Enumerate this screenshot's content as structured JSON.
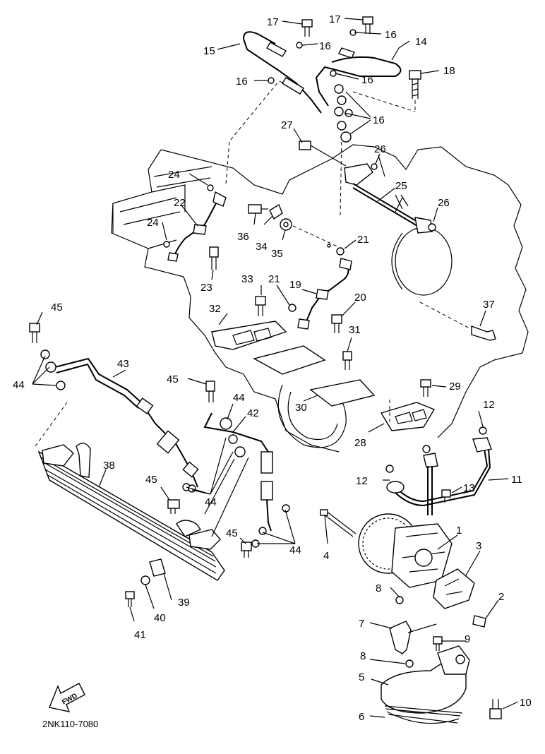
{
  "drawing_code": "2NK110-7080",
  "fwd_text": "FWD",
  "callouts": {
    "c1": "1",
    "c2": "2",
    "c3": "3",
    "c4": "4",
    "c5": "5",
    "c6": "6",
    "c7": "7",
    "c8a": "8",
    "c8b": "8",
    "c9": "9",
    "c10": "10",
    "c11": "11",
    "c12a": "12",
    "c12b": "12",
    "c13": "13",
    "c14": "14",
    "c15": "15",
    "c16a": "16",
    "c16b": "16",
    "c16c": "16",
    "c16d": "16",
    "c16e": "16",
    "c17a": "17",
    "c17b": "17",
    "c18": "18",
    "c19": "19",
    "c20": "20",
    "c21a": "21",
    "c21b": "21",
    "c22": "22",
    "c23": "23",
    "c24a": "24",
    "c24b": "24",
    "c25": "25",
    "c26a": "26",
    "c26b": "26",
    "c27": "27",
    "c28": "28",
    "c29": "29",
    "c30": "30",
    "c31": "31",
    "c32": "32",
    "c33": "33",
    "c34": "34",
    "c35": "35",
    "c36": "36",
    "c37": "37",
    "c38": "38",
    "c39": "39",
    "c40": "40",
    "c41": "41",
    "c42": "42",
    "c43": "43",
    "c44a": "44",
    "c44b": "44",
    "c44c": "44",
    "c44d": "44",
    "c45a": "45",
    "c45b": "45",
    "c45c": "45",
    "c45d": "45"
  }
}
